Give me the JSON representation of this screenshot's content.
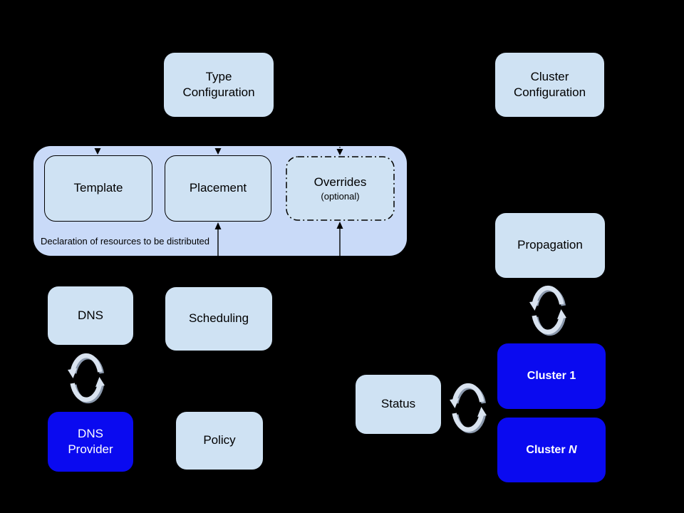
{
  "colors": {
    "background": "#000000",
    "box_light": "#cfe2f3",
    "container_fill": "#c9daf8",
    "box_blue": "#0a0af0",
    "text_dark": "#000000",
    "text_light": "#ffffff",
    "line": "#000000",
    "sync_light": "#d9e3f0",
    "sync_shadow": "#8c9aae"
  },
  "nodes": {
    "type_configuration": {
      "label": "Type\nConfiguration"
    },
    "cluster_configuration": {
      "label": "Cluster\nConfiguration"
    },
    "template": {
      "label": "Template"
    },
    "placement": {
      "label": "Placement"
    },
    "overrides": {
      "label": "Overrides",
      "sublabel": "(optional)"
    },
    "dns": {
      "label": "DNS"
    },
    "scheduling": {
      "label": "Scheduling"
    },
    "dns_provider": {
      "label": "DNS\nProvider"
    },
    "policy": {
      "label": "Policy"
    },
    "propagation": {
      "label": "Propagation"
    },
    "status": {
      "label": "Status"
    },
    "cluster_1": {
      "label": "Cluster 1"
    },
    "cluster_n": {
      "label_prefix": "Cluster ",
      "label_suffix": "N"
    }
  },
  "container": {
    "caption": "Declaration of resources to be distributed"
  },
  "icons": {
    "sync_icon": "circular-sync-arrows"
  }
}
